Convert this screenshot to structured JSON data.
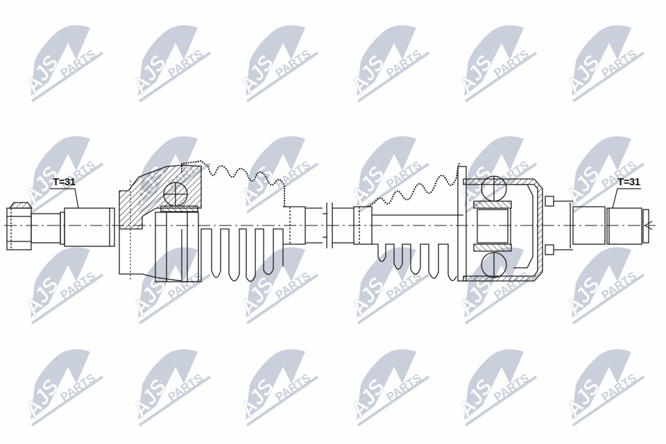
{
  "image": {
    "subject": "Drive shaft (CV axle) technical drawing",
    "background_color": "#fdfefe",
    "line_color": "#1a1a1a",
    "watermark_color": "#c9cfdb"
  },
  "watermark": {
    "brand_primary": "AJS",
    "brand_secondary": "PARTS",
    "columns_x": [
      40,
      195,
      350,
      510,
      665,
      820
    ],
    "rows_y": [
      28,
      188,
      348,
      495
    ]
  },
  "annotations": {
    "left_spline": "T=31",
    "right_spline": "T=31"
  },
  "components": {
    "left": [
      "threaded-stub-with-nut",
      "outer-cv-joint",
      "outer-boot"
    ],
    "middle": [
      "axle-shaft",
      "break-symbol"
    ],
    "right": [
      "inner-boot",
      "inner-tripod-joint",
      "inner-spline-stub"
    ]
  }
}
